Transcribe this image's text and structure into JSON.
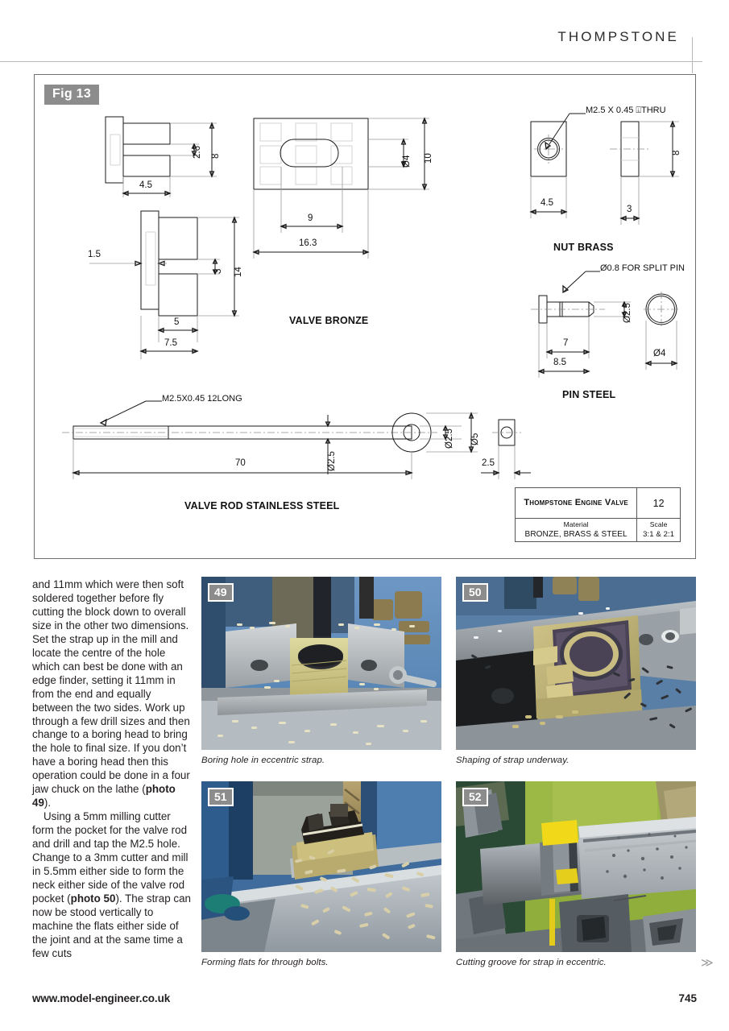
{
  "header": {
    "brand": "THOMPSTONE"
  },
  "figure": {
    "badge": "Fig 13",
    "parts": [
      {
        "name": "valve-bronze",
        "label": "VALVE BRONZE"
      },
      {
        "name": "nut-brass",
        "label": "NUT BRASS"
      },
      {
        "name": "pin-steel",
        "label": "PIN STEEL"
      },
      {
        "name": "valve-rod",
        "label": "VALVE ROD STAINLESS STEEL"
      }
    ],
    "notes": {
      "nut_thread": "M2.5 X 0.45 ⍗THRU",
      "pin_hole": "Ø0.8 FOR SPLIT PIN",
      "rod_thread": "M2.5X0.45 12LONG"
    },
    "dimensions": {
      "valve_front_top": [
        "2.6",
        "8",
        "4.5"
      ],
      "valve_front_bottom": [
        "1.5",
        "3",
        "14",
        "5",
        "7.5"
      ],
      "valve_plan": [
        "Ø4",
        "10",
        "9",
        "16.3"
      ],
      "nut": [
        "4.5",
        "8",
        "3"
      ],
      "pin": [
        "Ø2.5",
        "7",
        "8.5",
        "Ø4"
      ],
      "rod": [
        "Ø2.5",
        "Ø2.5",
        "Ø5",
        "70",
        "2.5"
      ]
    },
    "title_block": {
      "drawing_name": "Thompstone Engine Valve",
      "drawing_number": "12",
      "material_label": "Material",
      "material_value": "BRONZE, BRASS & STEEL",
      "scale_label": "Scale",
      "scale_value": "3:1 & 2:1"
    }
  },
  "story": {
    "paragraph_1": "and 11mm which were then soft soldered together before fly cutting the block down to overall size in the other two dimensions. Set the strap up in the mill and locate the centre of the hole which can best be done with an edge finder, setting it 11mm in from the end and equally between the two sides. Work up through a few drill sizes and then change to a boring head to bring the hole to final size. If you don’t have a boring head then this operation could be done in a four jaw chuck on the lathe (",
    "paragraph_1_ref": "photo 49",
    "paragraph_1_end": ").",
    "paragraph_2a": "Using a 5mm milling cutter form the pocket for the valve rod and drill and tap the M2.5 hole. Change to a 3mm cutter and mill in 5.5mm either side to form the neck either side of the valve rod pocket (",
    "paragraph_2_ref": "photo 50",
    "paragraph_2b": "). The strap can now be stood vertically to machine the flats either side of the joint and at the same time a few cuts"
  },
  "photos": [
    {
      "number": "49",
      "caption": "Boring hole in eccentric strap."
    },
    {
      "number": "50",
      "caption": "Shaping of strap underway."
    },
    {
      "number": "51",
      "caption": "Forming flats for through bolts."
    },
    {
      "number": "52",
      "caption": "Cutting groove for strap in eccentric."
    }
  ],
  "footer": {
    "website": "www.model-engineer.co.uk",
    "page_number": "745",
    "continued_marker": "≫"
  }
}
